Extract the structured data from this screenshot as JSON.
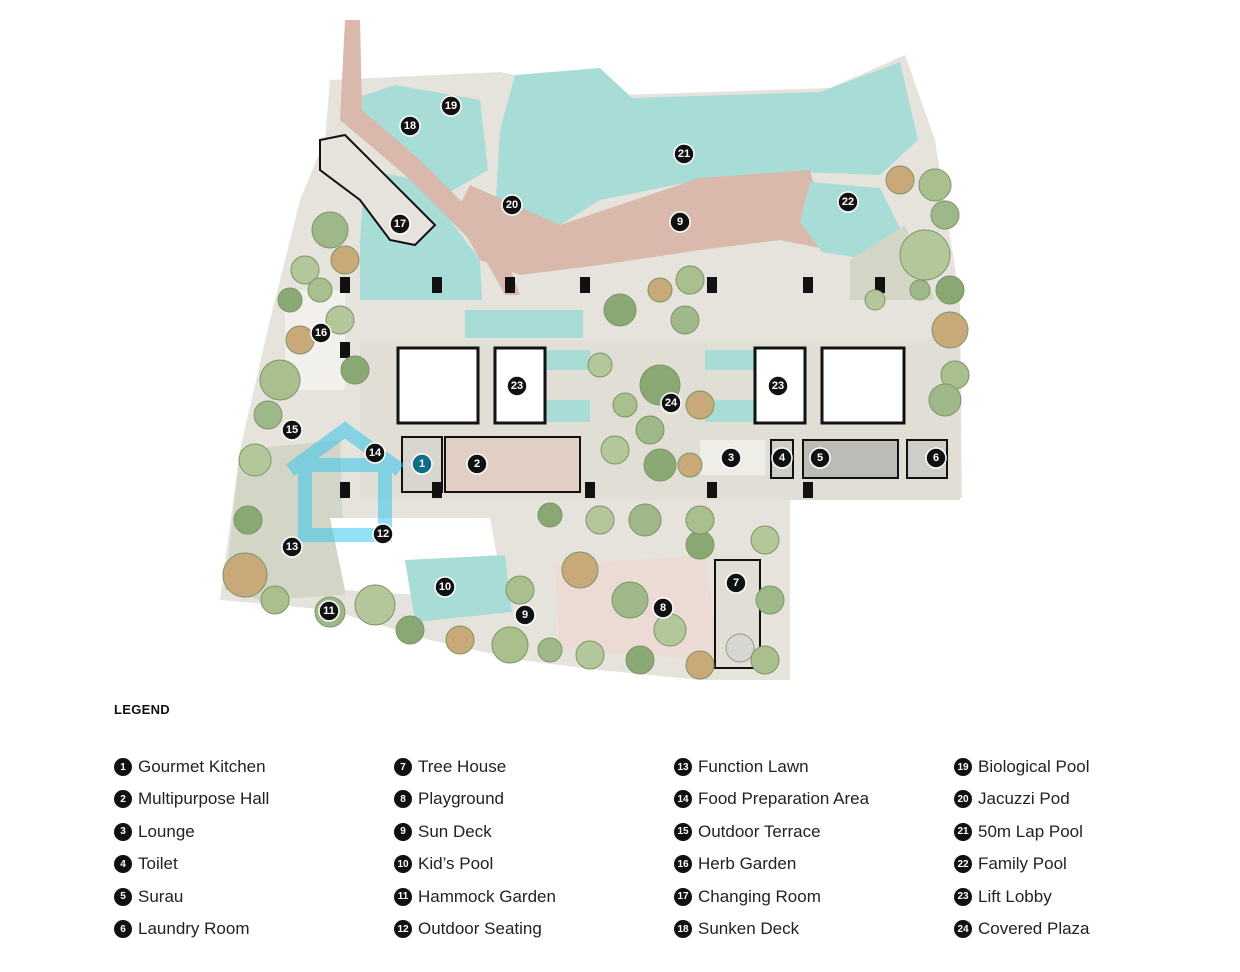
{
  "legend": {
    "title": "LEGEND",
    "items": [
      {
        "num": "1",
        "label": "Gourmet Kitchen"
      },
      {
        "num": "2",
        "label": "Multipurpose Hall"
      },
      {
        "num": "3",
        "label": "Lounge"
      },
      {
        "num": "4",
        "label": "Toilet"
      },
      {
        "num": "5",
        "label": "Surau"
      },
      {
        "num": "6",
        "label": "Laundry Room"
      },
      {
        "num": "7",
        "label": "Tree House"
      },
      {
        "num": "8",
        "label": "Playground"
      },
      {
        "num": "9",
        "label": "Sun Deck"
      },
      {
        "num": "10",
        "label": "Kid’s Pool"
      },
      {
        "num": "11",
        "label": "Hammock Garden"
      },
      {
        "num": "12",
        "label": "Outdoor Seating"
      },
      {
        "num": "13",
        "label": "Function Lawn"
      },
      {
        "num": "14",
        "label": "Food Preparation Area"
      },
      {
        "num": "15",
        "label": "Outdoor Terrace"
      },
      {
        "num": "16",
        "label": "Herb Garden"
      },
      {
        "num": "17",
        "label": "Changing Room"
      },
      {
        "num": "18",
        "label": "Sunken Deck"
      },
      {
        "num": "19",
        "label": "Biological Pool"
      },
      {
        "num": "20",
        "label": "Jacuzzi Pod"
      },
      {
        "num": "21",
        "label": "50m Lap Pool"
      },
      {
        "num": "22",
        "label": "Family Pool"
      },
      {
        "num": "23",
        "label": "Lift Lobby"
      },
      {
        "num": "24",
        "label": "Covered Plaza"
      }
    ]
  },
  "colors": {
    "water": "#a8dcd6",
    "deck": "#d8b9ab",
    "ground": "#e6e3dc",
    "lawn": "#d2d6c4",
    "playground": "#ecdad5",
    "marker": "#111111"
  }
}
